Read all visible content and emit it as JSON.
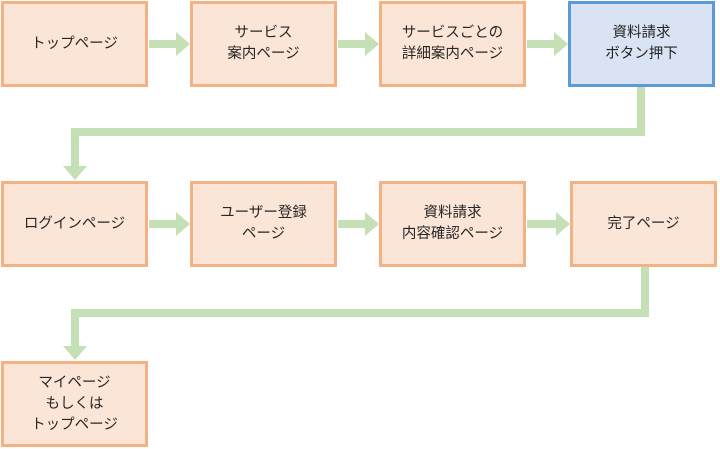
{
  "diagram": {
    "nodes": [
      {
        "id": "top",
        "lines": [
          "トップページ"
        ],
        "highlighted": false
      },
      {
        "id": "service",
        "lines": [
          "サービス",
          "案内ページ"
        ],
        "highlighted": false
      },
      {
        "id": "service-detail",
        "lines": [
          "サービスごとの",
          "詳細案内ページ"
        ],
        "highlighted": false
      },
      {
        "id": "request-button",
        "lines": [
          "資料請求",
          "ボタン押下"
        ],
        "highlighted": true
      },
      {
        "id": "login",
        "lines": [
          "ログインページ"
        ],
        "highlighted": false
      },
      {
        "id": "register",
        "lines": [
          "ユーザー登録",
          "ページ"
        ],
        "highlighted": false
      },
      {
        "id": "confirm",
        "lines": [
          "資料請求",
          "内容確認ページ"
        ],
        "highlighted": false
      },
      {
        "id": "complete",
        "lines": [
          "完了ページ"
        ],
        "highlighted": false
      },
      {
        "id": "mypage",
        "lines": [
          "マイページ",
          "もしくは",
          "トップページ"
        ],
        "highlighted": false
      }
    ],
    "edges": [
      {
        "from": "top",
        "to": "service"
      },
      {
        "from": "service",
        "to": "service-detail"
      },
      {
        "from": "service-detail",
        "to": "request-button"
      },
      {
        "from": "request-button",
        "to": "login"
      },
      {
        "from": "login",
        "to": "register"
      },
      {
        "from": "register",
        "to": "confirm"
      },
      {
        "from": "confirm",
        "to": "complete"
      },
      {
        "from": "complete",
        "to": "mypage"
      }
    ],
    "colors": {
      "node_fill": "#fbe5d6",
      "node_border": "#f4b183",
      "highlight_fill": "#dae3f3",
      "highlight_border": "#5b9bd5",
      "arrow": "#c5e0b4",
      "text": "#262626"
    }
  }
}
